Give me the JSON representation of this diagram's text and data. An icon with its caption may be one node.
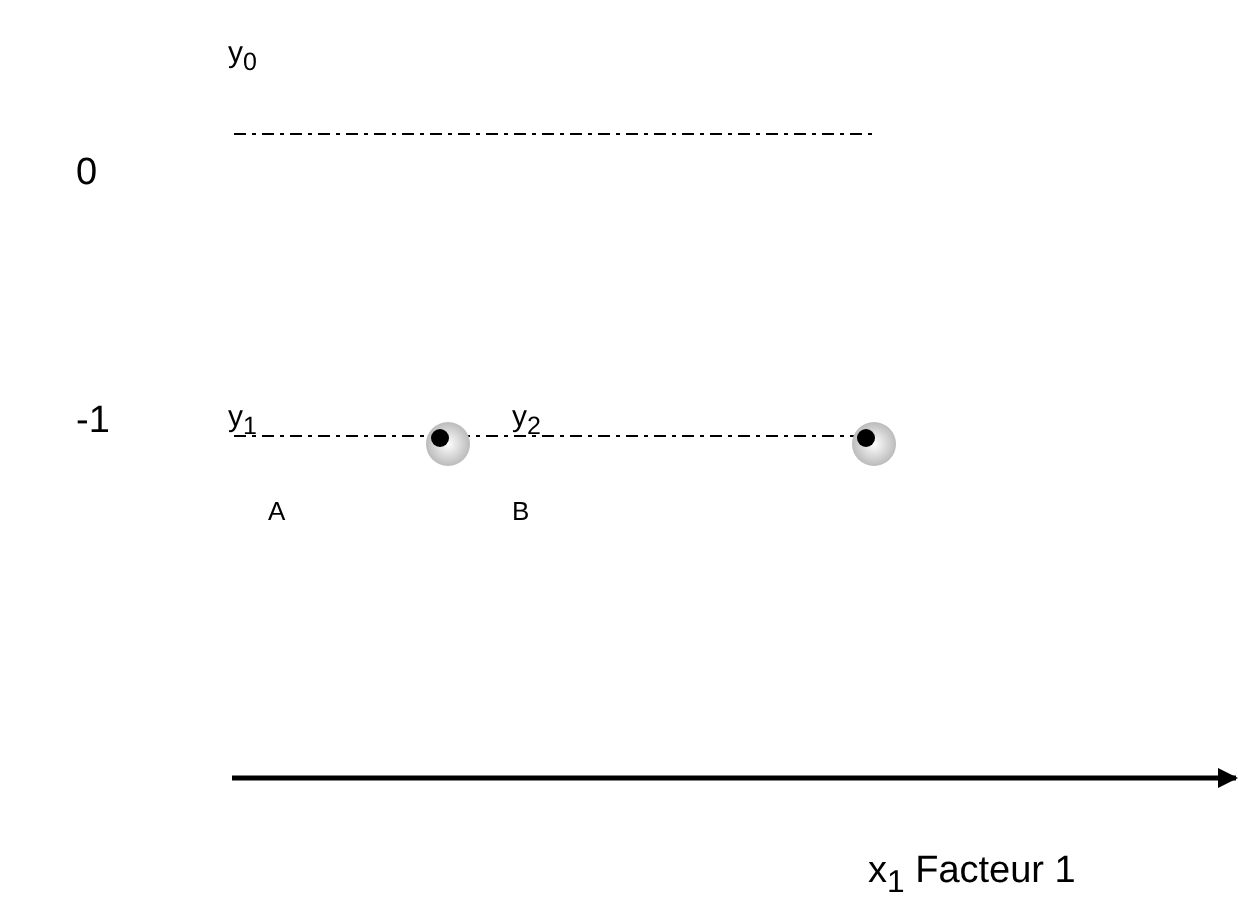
{
  "diagram": {
    "labels": [
      "y$_{0}$",
      "0",
      "-1",
      "y$_{1}$",
      "y$_{2}$",
      "A",
      "B",
      "x$_{1}$ Facteur 1"
    ]
  }
}
